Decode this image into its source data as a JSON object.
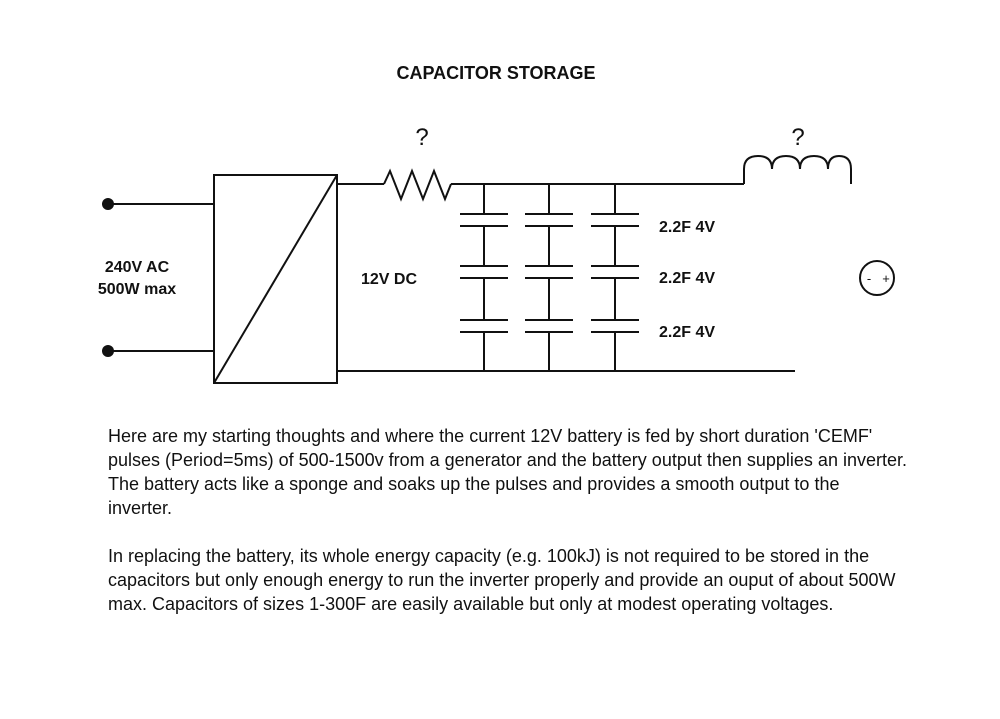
{
  "diagram": {
    "title": "CAPACITOR STORAGE",
    "input_label_1": "240V AC",
    "input_label_2": "500W max",
    "dc_label": "12V DC",
    "resistor_mark": "?",
    "inductor_mark": "?",
    "capacitor_rows": [
      {
        "label": "2.2F 4V"
      },
      {
        "label": "2.2F 4V"
      },
      {
        "label": "2.2F 4V"
      }
    ],
    "battery_minus": "-",
    "battery_plus": "+"
  },
  "text": {
    "paragraph_1": "Here are my starting thoughts and where the current 12V battery is fed by short duration 'CEMF' pulses (Period=5ms) of 500-1500v from a generator and the battery output then supplies an inverter. The battery acts like a sponge and soaks up the pulses and provides a smooth output to the inverter.",
    "paragraph_2": "In replacing the battery, its whole energy capacity (e.g. 100kJ) is not required to be stored in the capacitors but only enough energy to run the inverter properly and provide an ouput of about 500W max. Capacitors of sizes 1-300F are easily available but only at modest operating voltages."
  }
}
